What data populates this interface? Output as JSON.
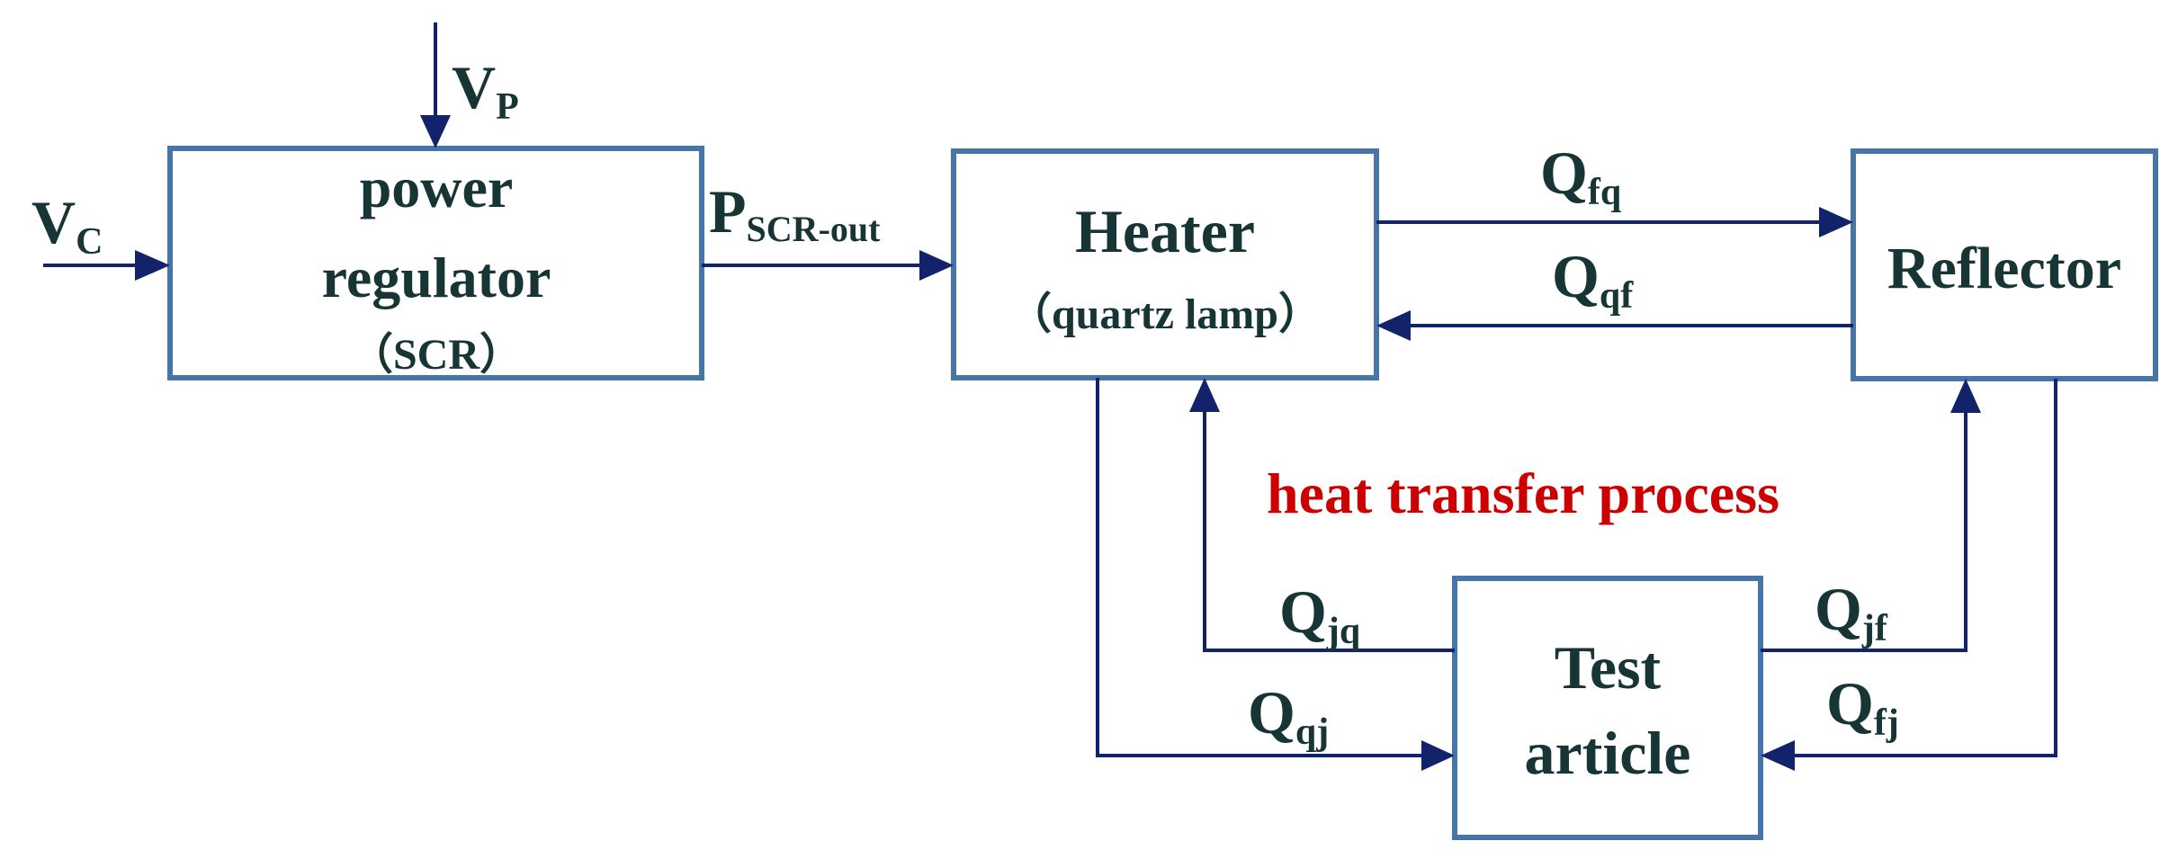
{
  "blocks": {
    "power_regulator": {
      "line1": "power",
      "line2": "regulator",
      "line3": "（SCR）"
    },
    "heater": {
      "line1": "Heater",
      "line2": "（quartz lamp）"
    },
    "reflector": {
      "line1": "Reflector"
    },
    "test_article": {
      "line1": "Test",
      "line2": "article"
    }
  },
  "signals": {
    "vc": {
      "main": "V",
      "sub": "C"
    },
    "vp": {
      "main": "V",
      "sub": "P"
    },
    "pscr": {
      "main": "P",
      "sub": "SCR-out"
    },
    "qfq": {
      "main": "Q",
      "sub": "fq"
    },
    "qqf": {
      "main": "Q",
      "sub": "qf"
    },
    "qjq": {
      "main": "Q",
      "sub": "jq"
    },
    "qjf": {
      "main": "Q",
      "sub": "jf"
    },
    "qqj": {
      "main": "Q",
      "sub": "qj"
    },
    "qfj": {
      "main": "Q",
      "sub": "fj"
    }
  },
  "caption": "heat transfer process",
  "colors": {
    "box_border": "#4775a8",
    "arrow": "#13236b",
    "text": "#173535",
    "caption": "#cc0000"
  }
}
